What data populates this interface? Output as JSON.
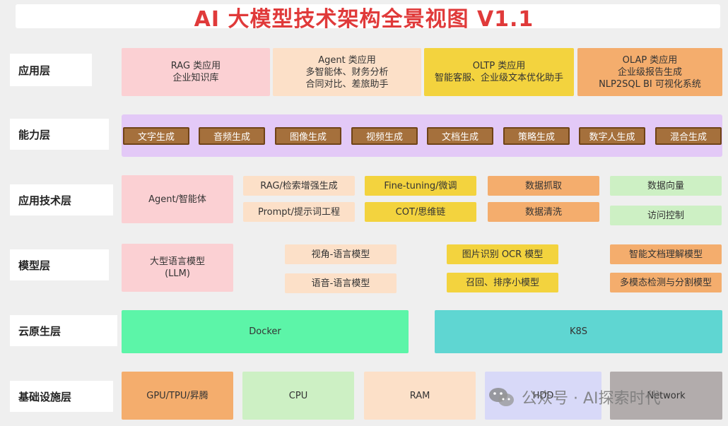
{
  "title": "AI 大模型技术架构全景视图 V1.1",
  "layers": [
    {
      "key": "app",
      "label": "应用层"
    },
    {
      "key": "cap",
      "label": "能力层"
    },
    {
      "key": "tech",
      "label": "应用技术层"
    },
    {
      "key": "model",
      "label": "模型层"
    },
    {
      "key": "cloud",
      "label": "云原生层"
    },
    {
      "key": "infra",
      "label": "基础设施层"
    }
  ],
  "app_layer": [
    {
      "title": "RAG 类应用",
      "desc": "企业知识库"
    },
    {
      "title": "Agent 类应用",
      "desc": "多智能体、财务分析",
      "desc2": "合同对比、差旅助手"
    },
    {
      "title": "OLTP 类应用",
      "desc": "智能客服、企业级文本优化助手"
    },
    {
      "title": "OLAP 类应用",
      "desc": "企业级报告生成",
      "desc2": "NLP2SQL BI 可视化系统"
    }
  ],
  "capabilities": [
    "文字生成",
    "音频生成",
    "图像生成",
    "视频生成",
    "文档生成",
    "策略生成",
    "数字人生成",
    "混合生成"
  ],
  "tech_layer": {
    "agent": "Agent/智能体",
    "rag": "RAG/检索增强生成",
    "prompt": "Prompt/提示词工程",
    "finetune": "Fine-tuning/微调",
    "cot": "COT/思维链",
    "crawl": "数据抓取",
    "clean": "数据清洗",
    "vector": "数据向量",
    "access": "访问控制"
  },
  "model_layer": {
    "llm_line1": "大型语言模型",
    "llm_line2": "(LLM)",
    "vision": "视角-语言模型",
    "speech": "语音-语言模型",
    "ocr": "图片识别 OCR 模型",
    "rerank": "召回、排序小模型",
    "doc": "智能文档理解模型",
    "multimodal": "多模态检测与分割模型"
  },
  "cloud_layer": {
    "docker": "Docker",
    "k8s": "K8S"
  },
  "infra_layer": {
    "gpu": "GPU/TPU/昇腾",
    "cpu": "CPU",
    "ram": "RAM",
    "hdd": "HDD",
    "network": "Network"
  },
  "watermark": "公众号 · AI探索时代",
  "colors": {
    "title": "#e03a3a",
    "pink": "#fbd0d3",
    "peach": "#fce0c8",
    "yellow": "#f3d33e",
    "orange": "#f4ad6d",
    "green": "#cdf0c4",
    "lilac": "#e3c9f7",
    "capability": "#a5703c",
    "docker": "#5cf5a8",
    "k8s": "#5fd6d2",
    "hdd": "#d8d9f8",
    "network": "#b2acac"
  }
}
